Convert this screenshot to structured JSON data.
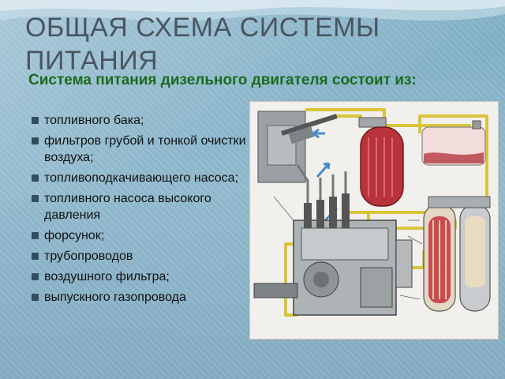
{
  "slide": {
    "title": "ОБЩАЯ СХЕМА СИСТЕМЫ ПИТАНИЯ",
    "subtitle": "Система питания дизельного двигателя состоит из:",
    "items": [
      "топливного бака;",
      "фильтров грубой и тонкой очистки воздуха;",
      "топливоподкачивающего насоса;",
      "топливного насоса высокого давления",
      "форсунок;",
      "трубопроводов",
      "воздушного фильтра;",
      "выпускного газопровода"
    ]
  },
  "colors": {
    "title": "#4a5560",
    "subtitle": "#1c6a1c",
    "fuel_line": "#d9c53a",
    "filter_red": "#b8343a",
    "metal": "#8a8f94"
  },
  "figure": {
    "icon": "diesel-fuel-system-diagram-icon"
  }
}
